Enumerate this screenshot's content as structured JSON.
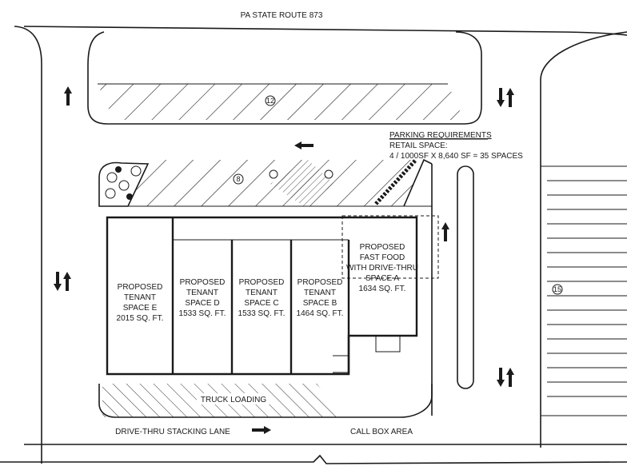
{
  "road_label": "PA STATE ROUTE 873",
  "parking_requirements": {
    "heading": "PARKING REQUIREMENTS",
    "line1": "RETAIL SPACE:",
    "line2": "4 / 1000SF X 8,640 SF = 35 SPACES"
  },
  "parking_counts": {
    "north_row": "12",
    "middle_row": "8",
    "east_row": "15"
  },
  "tenant_spaces": [
    {
      "id": "E",
      "lines": [
        "PROPOSED",
        "TENANT",
        "SPACE E",
        "2015 SQ. FT."
      ]
    },
    {
      "id": "D",
      "lines": [
        "PROPOSED",
        "TENANT",
        "SPACE D",
        "1533 SQ. FT."
      ]
    },
    {
      "id": "C",
      "lines": [
        "PROPOSED",
        "TENANT",
        "SPACE C",
        "1533 SQ. FT."
      ]
    },
    {
      "id": "B",
      "lines": [
        "PROPOSED",
        "TENANT",
        "SPACE B",
        "1464 SQ. FT."
      ]
    },
    {
      "id": "A",
      "lines": [
        "PROPOSED",
        "FAST FOOD",
        "WITH DRIVE-THRU",
        "SPACE A",
        "1634 SQ. FT."
      ]
    }
  ],
  "labels": {
    "truck_loading": "TRUCK LOADING",
    "stacking_lane": "DRIVE-THRU STACKING LANE",
    "call_box": "CALL BOX AREA"
  },
  "arrows": [
    {
      "name": "arrow-up-left-aisle-icon",
      "dir": "up"
    },
    {
      "name": "arrow-two-way-north-entrance-icon",
      "dir": "two-way"
    },
    {
      "name": "arrow-left-aisle-icon",
      "dir": "left"
    },
    {
      "name": "arrow-up-east-aisle-icon",
      "dir": "up"
    },
    {
      "name": "arrow-two-way-west-icon",
      "dir": "two-way"
    },
    {
      "name": "arrow-two-way-south-entrance-icon",
      "dir": "two-way"
    },
    {
      "name": "arrow-right-stacking-icon",
      "dir": "right"
    }
  ]
}
